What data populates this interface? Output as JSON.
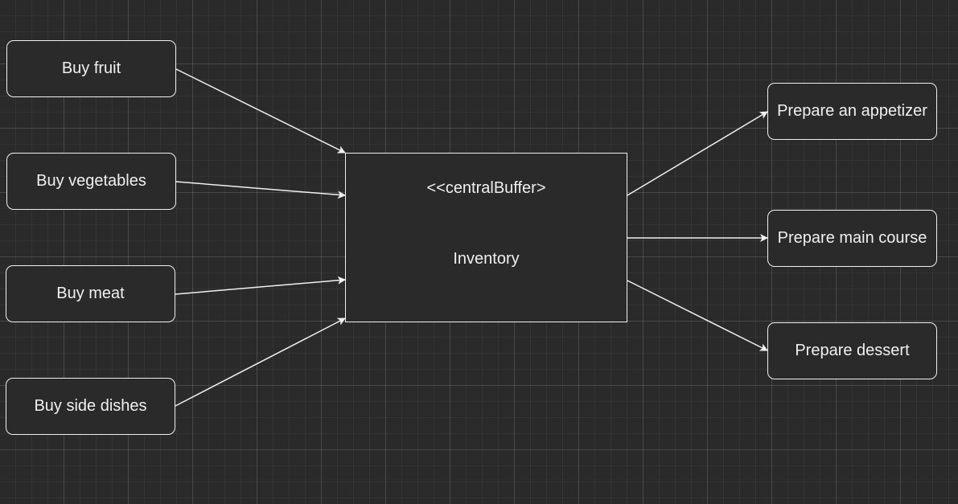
{
  "diagram": {
    "inputs": [
      {
        "id": "fruit",
        "label": "Buy fruit"
      },
      {
        "id": "vegetables",
        "label": "Buy vegetables"
      },
      {
        "id": "meat",
        "label": "Buy meat"
      },
      {
        "id": "side_dishes",
        "label": "Buy side dishes"
      }
    ],
    "buffer": {
      "stereotype": "<<centralBuffer>",
      "name": "Inventory"
    },
    "outputs": [
      {
        "id": "appetizer",
        "label": "Prepare an appetizer"
      },
      {
        "id": "main_course",
        "label": "Prepare main course"
      },
      {
        "id": "dessert",
        "label": "Prepare dessert"
      }
    ],
    "edges": [
      {
        "from": "fruit",
        "to": "buffer"
      },
      {
        "from": "vegetables",
        "to": "buffer"
      },
      {
        "from": "meat",
        "to": "buffer"
      },
      {
        "from": "side_dishes",
        "to": "buffer"
      },
      {
        "from": "buffer",
        "to": "appetizer"
      },
      {
        "from": "buffer",
        "to": "main_course"
      },
      {
        "from": "buffer",
        "to": "dessert"
      }
    ],
    "colors": {
      "background": "#2a2a2a",
      "stroke": "#f0f0f0",
      "text": "#f0f0f0"
    }
  }
}
